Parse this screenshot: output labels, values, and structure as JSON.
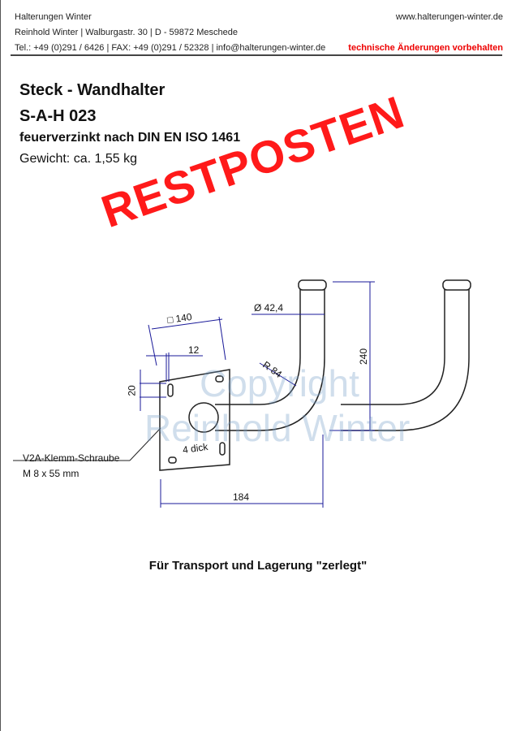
{
  "header": {
    "company": "Halterungen Winter",
    "address": "Reinhold Winter | Walburgastr. 30 | D - 59872 Meschede",
    "contact": "Tel.: +49 (0)291 / 6426 | FAX: +49 (0)291 / 52328 | info@halterungen-winter.de",
    "website": "www.halterungen-winter.de",
    "notice": "technische Änderungen vorbehalten"
  },
  "product": {
    "name": "Steck - Wandhalter",
    "code": "S-A-H 023",
    "finish": "feuerverzinkt nach DIN EN ISO 1461",
    "weight": "Gewicht: ca. 1,55 kg"
  },
  "stamp": "RESTPOSTEN",
  "drawing": {
    "dim_square": "□ 140",
    "dim_12": "12",
    "dim_20": "20",
    "dim_diameter": "Ø 42,4",
    "dim_radius": "R 84",
    "dim_height": "240",
    "dim_width": "184",
    "plate_thickness": "4 dick",
    "screw_label": "V2A-Klemm-Schraube",
    "screw_size": "M 8 x 55 mm",
    "watermark_line1": "Copyright",
    "watermark_line2": "Reinhold Winter"
  },
  "footer_note": "Für Transport und Lagerung \"zerlegt\""
}
